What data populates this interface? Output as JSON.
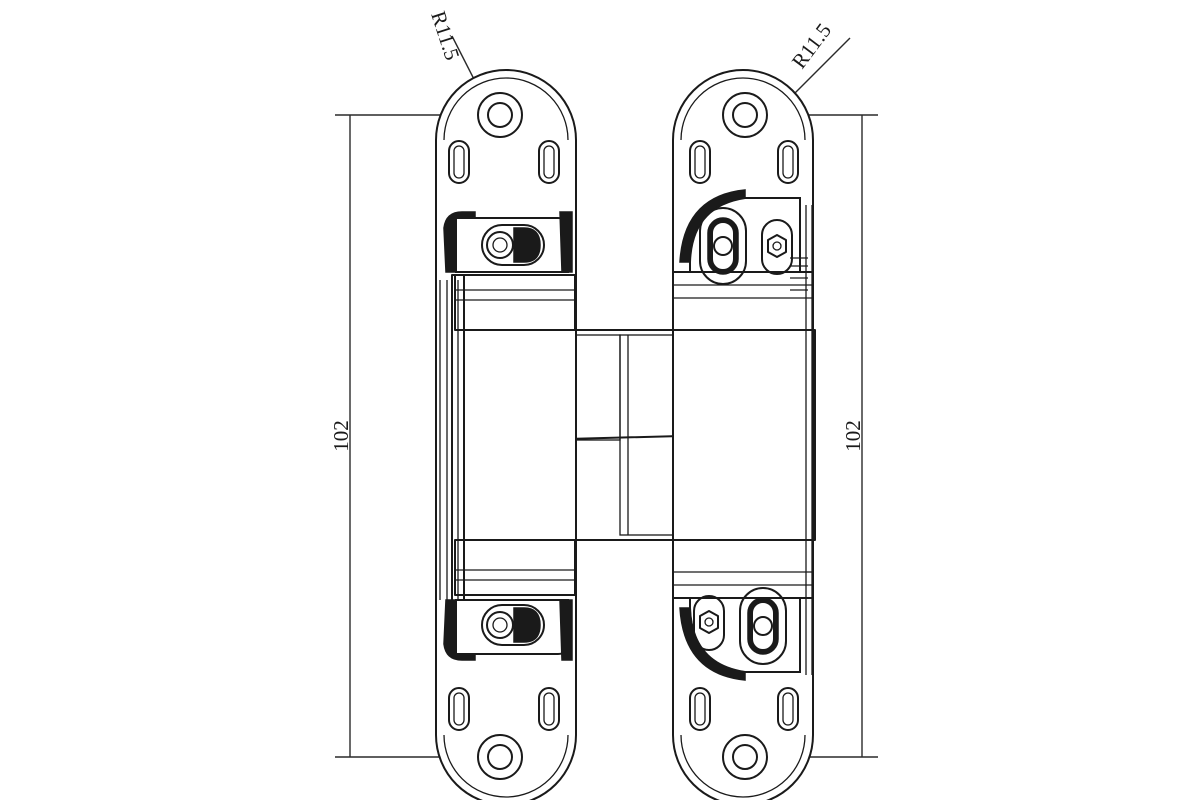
{
  "diagram": {
    "dimensions": {
      "height_left": "102",
      "height_right": "102",
      "radius_left": "R11.5",
      "radius_right": "R11.5"
    },
    "colors": {
      "line": "#1a1a1a",
      "background": "#ffffff"
    }
  }
}
